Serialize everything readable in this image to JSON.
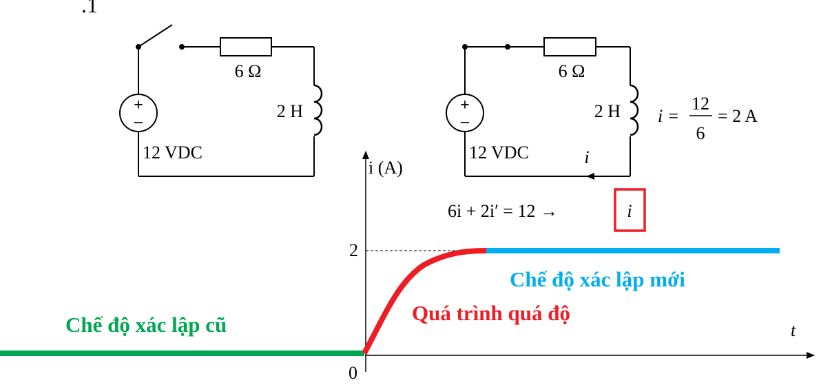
{
  "header_fragment": ".1",
  "circuit_left": {
    "resistor": "6 Ω",
    "inductor": "2 H",
    "source": "12 VDC",
    "source_plus": "+",
    "source_minus": "–"
  },
  "circuit_right": {
    "resistor": "6 Ω",
    "inductor": "2 H",
    "source": "12 VDC",
    "source_plus": "+",
    "source_minus": "–",
    "current_label": "i",
    "formula_lhs": "i =",
    "formula_num": "12",
    "formula_den": "6",
    "formula_rhs": "= 2 A"
  },
  "equation": {
    "text": "6i + 2i′ = 12 →",
    "boxed": "i"
  },
  "chart": {
    "y_axis_label": "i (A)",
    "x_axis_label": "t",
    "y_tick": "2",
    "origin": "0",
    "label_old": "Chế độ xác lập cũ",
    "label_transient": "Quá trình quá độ",
    "label_new": "Chế độ xác lập mới"
  },
  "colors": {
    "old_state": "#00a651",
    "transient": "#ee1c24",
    "new_state": "#00aeef",
    "box": "#ee1c24"
  }
}
